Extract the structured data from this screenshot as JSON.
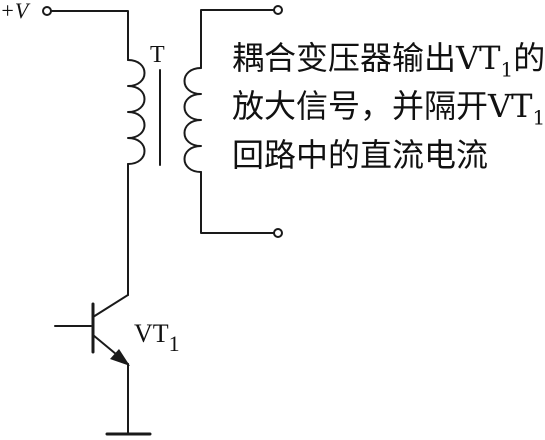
{
  "labels": {
    "supply": "+V",
    "transformer": "T",
    "transistor": "VT",
    "transistor_sub": "1"
  },
  "annotation": {
    "line1": "耦合变压器输出VT",
    "line1_sub": "1",
    "line1_end": "的",
    "line2": "放大信号，并隔开VT",
    "line2_sub": "1",
    "line3": "回路中的直流电流"
  }
}
